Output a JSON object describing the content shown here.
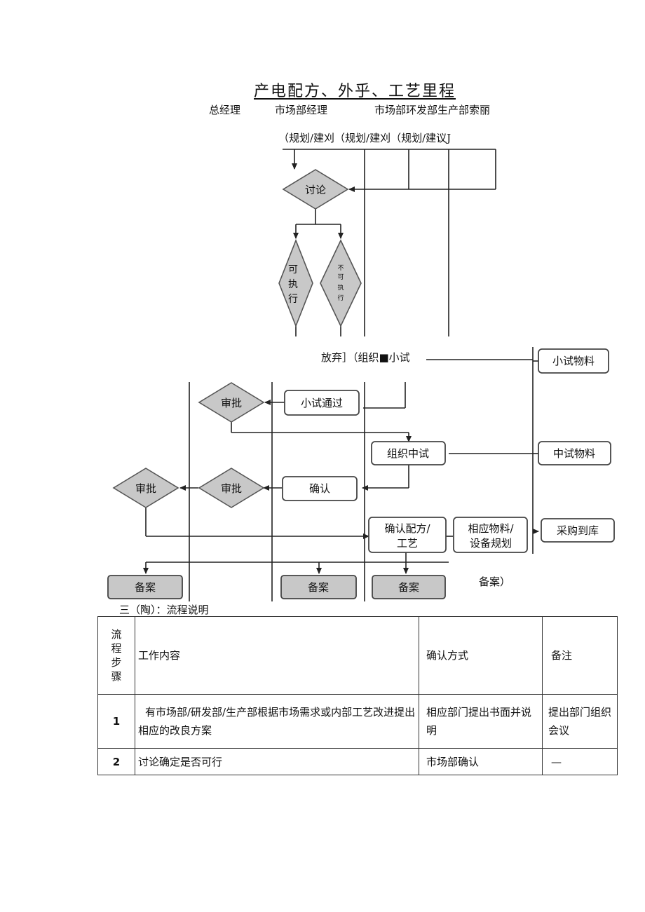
{
  "title": "产电配方、外乎、工艺里程",
  "roles": [
    "总经理",
    "市场部经理",
    "市场部环发部生产部索丽"
  ],
  "plan_label": "（规划/建刈（规划/建刈（规划/建议J",
  "mid_label": "放弃］（组织■小试",
  "flow": {
    "discuss": "讨论",
    "feasible": "可执行",
    "not_feasible": "不可执行",
    "small_test_material": "小试物料",
    "approve": "审批",
    "small_test_pass": "小试通过",
    "organize_pilot": "组织中试",
    "pilot_material": "中试物料",
    "confirm": "确认",
    "confirm_formula": "确认配方/工艺",
    "material_plan": "相应物料/设备规划",
    "purchase": "采购到库",
    "record": "备案"
  },
  "record_note": "备案）",
  "section_title": "三（陶）：流程说明",
  "table": {
    "headers": [
      "流程步骤",
      "工作内容",
      "确认方式",
      "备注"
    ],
    "rows": [
      {
        "step": "1",
        "content": "有市场部/研发部/生产部根据市场需求或内部工艺改进提出相应的改良方案",
        "confirm": "相应部门提出书面并说明",
        "note": "提出部门组织会议"
      },
      {
        "step": "2",
        "content": "讨论确定是否可行",
        "confirm": "市场部确认",
        "note": "—"
      }
    ]
  }
}
